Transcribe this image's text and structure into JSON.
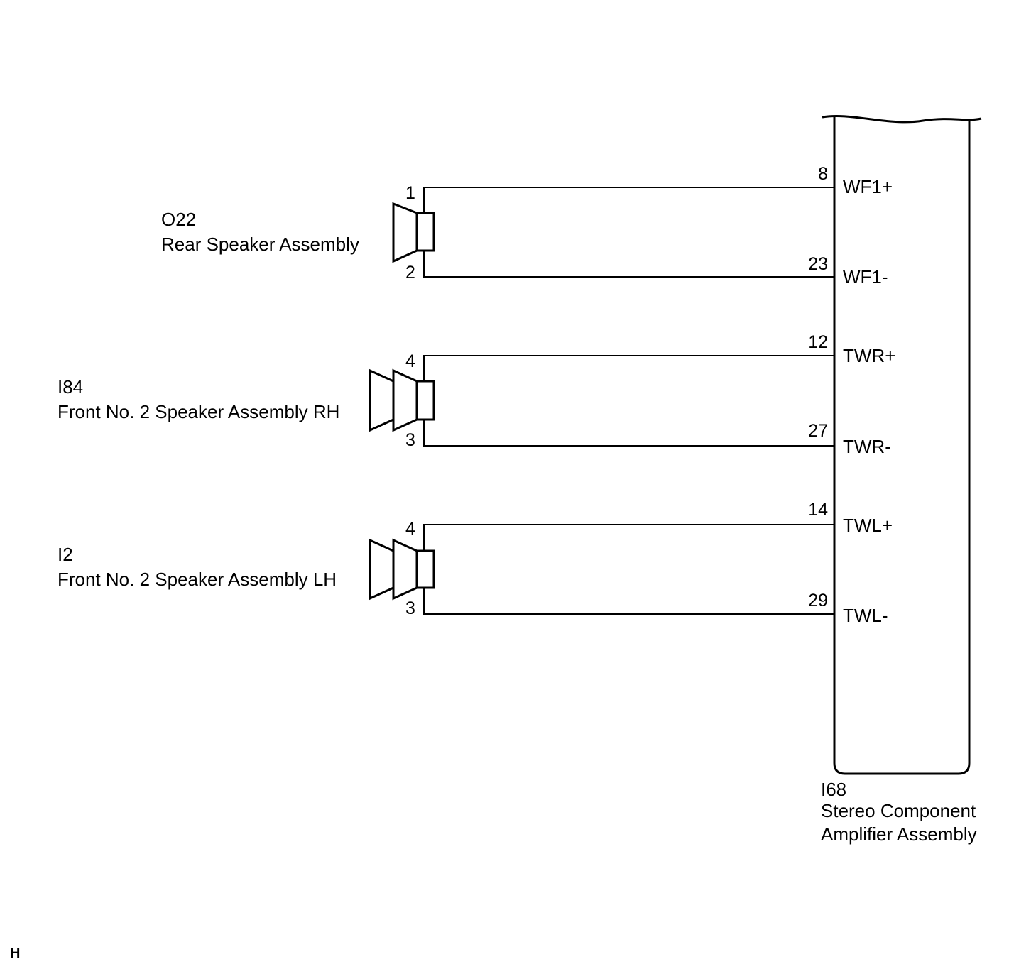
{
  "amplifier": {
    "code": "I68",
    "name_line1": "Stereo Component",
    "name_line2": "Amplifier Assembly",
    "pins": [
      {
        "number": "8",
        "signal": "WF1+"
      },
      {
        "number": "23",
        "signal": "WF1-"
      },
      {
        "number": "12",
        "signal": "TWR+"
      },
      {
        "number": "27",
        "signal": "TWR-"
      },
      {
        "number": "14",
        "signal": "TWL+"
      },
      {
        "number": "29",
        "signal": "TWL-"
      }
    ]
  },
  "speakers": [
    {
      "code": "O22",
      "name": "Rear Speaker Assembly",
      "pin_top": "1",
      "pin_bottom": "2"
    },
    {
      "code": "I84",
      "name": "Front No. 2 Speaker Assembly RH",
      "pin_top": "4",
      "pin_bottom": "3"
    },
    {
      "code": "I2",
      "name": "Front No. 2 Speaker Assembly LH",
      "pin_top": "4",
      "pin_bottom": "3"
    }
  ],
  "footer_mark": "H"
}
